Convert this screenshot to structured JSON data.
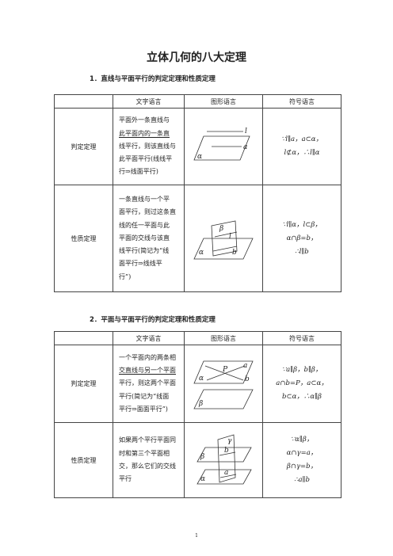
{
  "title": "立体几何的八大定理",
  "sections": [
    {
      "heading": "1．直线与平面平行的判定定理和性质定理",
      "headers": [
        "文字语言",
        "图形语言",
        "符号语言"
      ],
      "rows": [
        {
          "label": "判定定理",
          "text_lines": [
            "平面外一条直线与",
            "此平面内的一条直",
            "线平行，则该直线与",
            "此平面平行(线线平",
            "行⇒线面平行)"
          ],
          "figure": {
            "labels": [
              "l",
              "a",
              "α"
            ]
          },
          "symbol_lines": [
            "∵l∥a，a⊂α，",
            "l⊄α，∴l∥α"
          ]
        },
        {
          "label": "性质定理",
          "text_lines": [
            "一条直线与一个平",
            "面平行，则过这条直",
            "线的任一平面与此",
            "平面的交线与该直",
            "线平行(简记为“线",
            "面平行⇒线线平",
            "行”)"
          ],
          "figure": {
            "labels": [
              "β",
              "l",
              "α",
              "b"
            ]
          },
          "symbol_lines": [
            "∵l∥α，l⊂β，",
            "α∩β=b，",
            "∴l∥b"
          ]
        }
      ]
    },
    {
      "heading": "2．平面与平面平行的判定定理和性质定理",
      "headers": [
        "文字语言",
        "图形语言",
        "符号语言"
      ],
      "rows": [
        {
          "label": "判定定理",
          "text_lines": [
            "一个平面内的两条相",
            "交直线与另一个平面",
            "平行，则这两个平面",
            "平行(简记为“线面",
            "平行⇒面面平行”)"
          ],
          "figure": {
            "labels": [
              "a",
              "α",
              "P",
              "b",
              "β"
            ]
          },
          "symbol_lines": [
            "∵a∥β，b∥β，",
            "a∩b=P，a⊂α，",
            "b⊂α，∴α∥β"
          ]
        },
        {
          "label": "性质定理",
          "text_lines": [
            "如果两个平行平面同",
            "时和第三个平面相",
            "交，那么它们的交线",
            "平行"
          ],
          "figure": {
            "labels": [
              "γ",
              "β",
              "b",
              "α",
              "a"
            ]
          },
          "symbol_lines": [
            "∵α∥β，",
            "α∩γ=a，",
            "β∩γ=b，",
            "∴a∥b"
          ]
        }
      ]
    }
  ],
  "page_number": "1"
}
